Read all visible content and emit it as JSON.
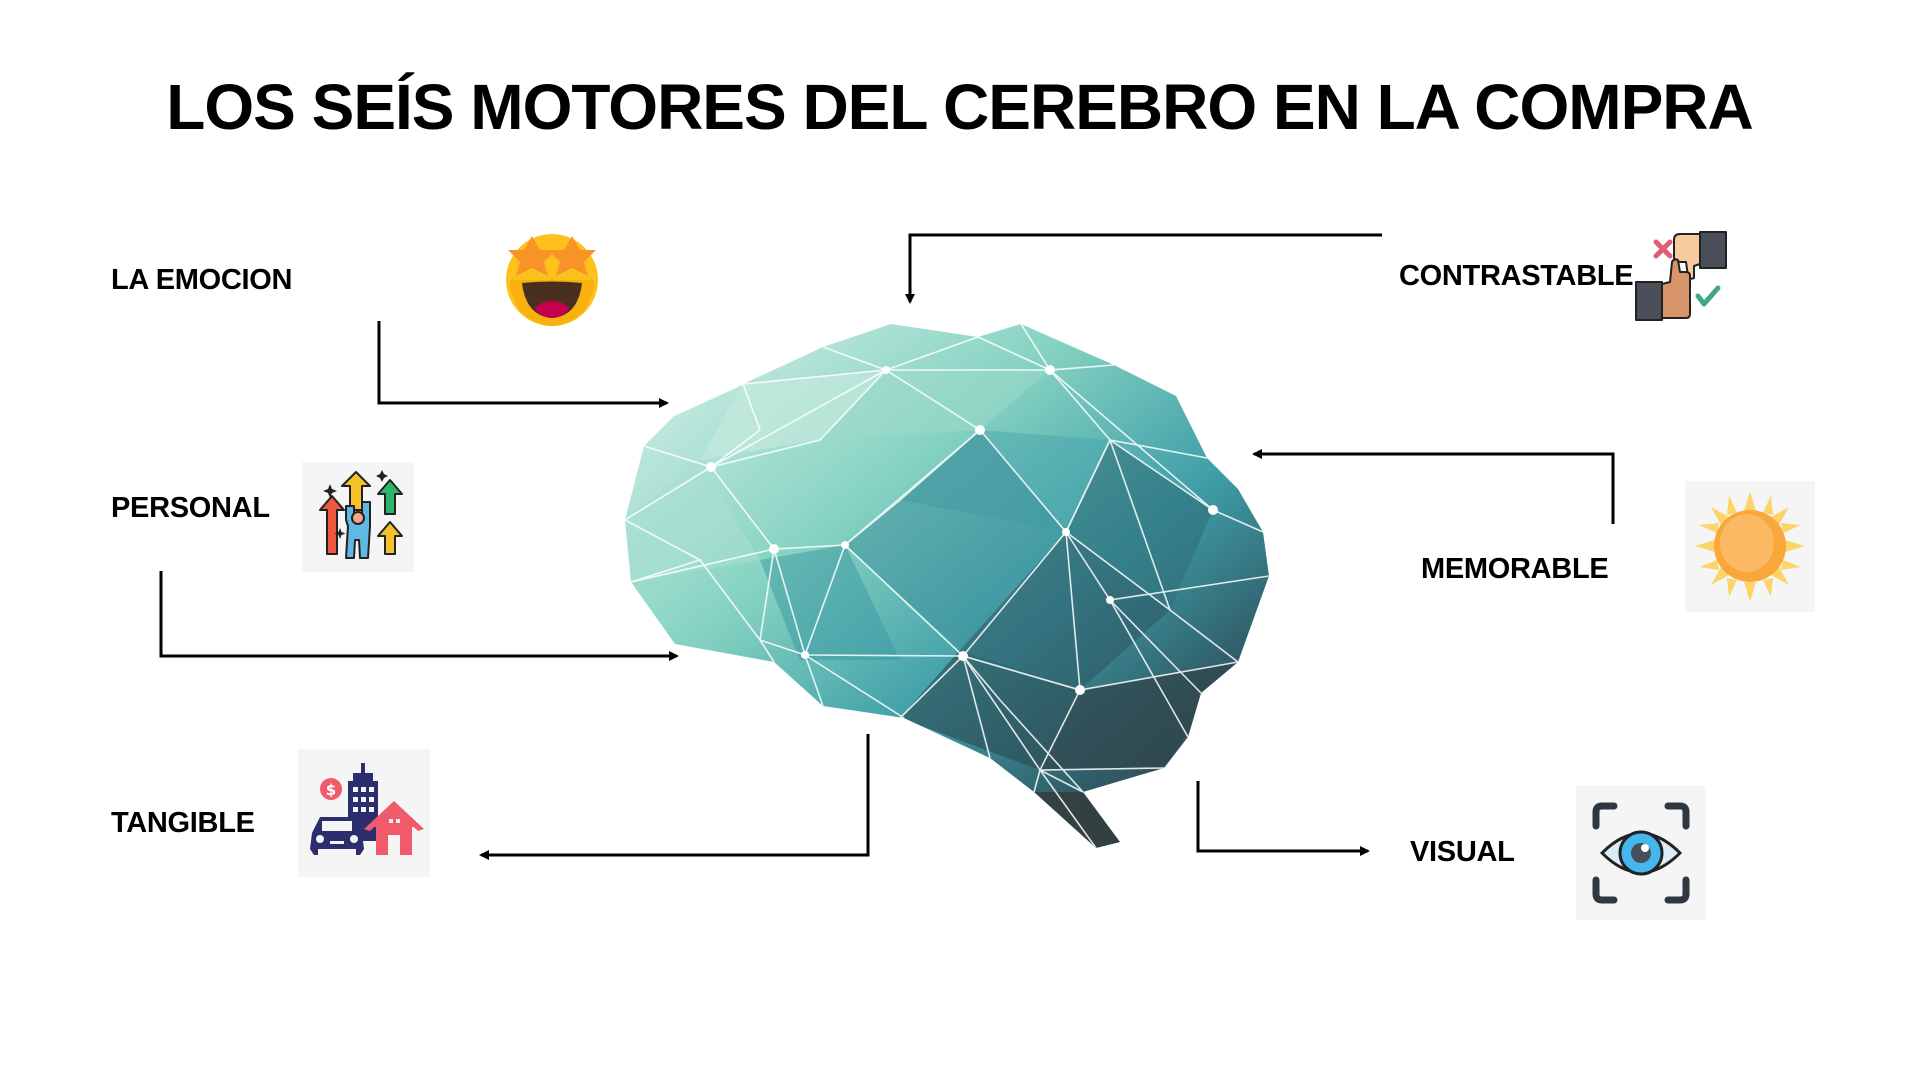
{
  "title": "LOS SEÍS MOTORES DEL CEREBRO EN LA COMPRA",
  "center": {
    "icon": "polygonal-brain",
    "colors": {
      "light": "#cfeee2",
      "mid": "#5bbfb0",
      "teal": "#3a9aa5",
      "dark": "#33444a"
    }
  },
  "drivers": [
    {
      "id": "emocion",
      "label": "LA EMOCION",
      "icon": "star-struck-emoji-icon"
    },
    {
      "id": "personal",
      "label": "PERSONAL",
      "icon": "person-rising-arrows-icon"
    },
    {
      "id": "tangible",
      "label": "TANGIBLE",
      "icon": "car-building-house-icon"
    },
    {
      "id": "contrastable",
      "label": "CONTRASTABLE",
      "icon": "thumbs-up-down-icon"
    },
    {
      "id": "memorable",
      "label": "MEMORABLE",
      "icon": "sun-icon"
    },
    {
      "id": "visual",
      "label": "VISUAL",
      "icon": "eye-scan-icon"
    }
  ],
  "arrow_color": "#000000"
}
